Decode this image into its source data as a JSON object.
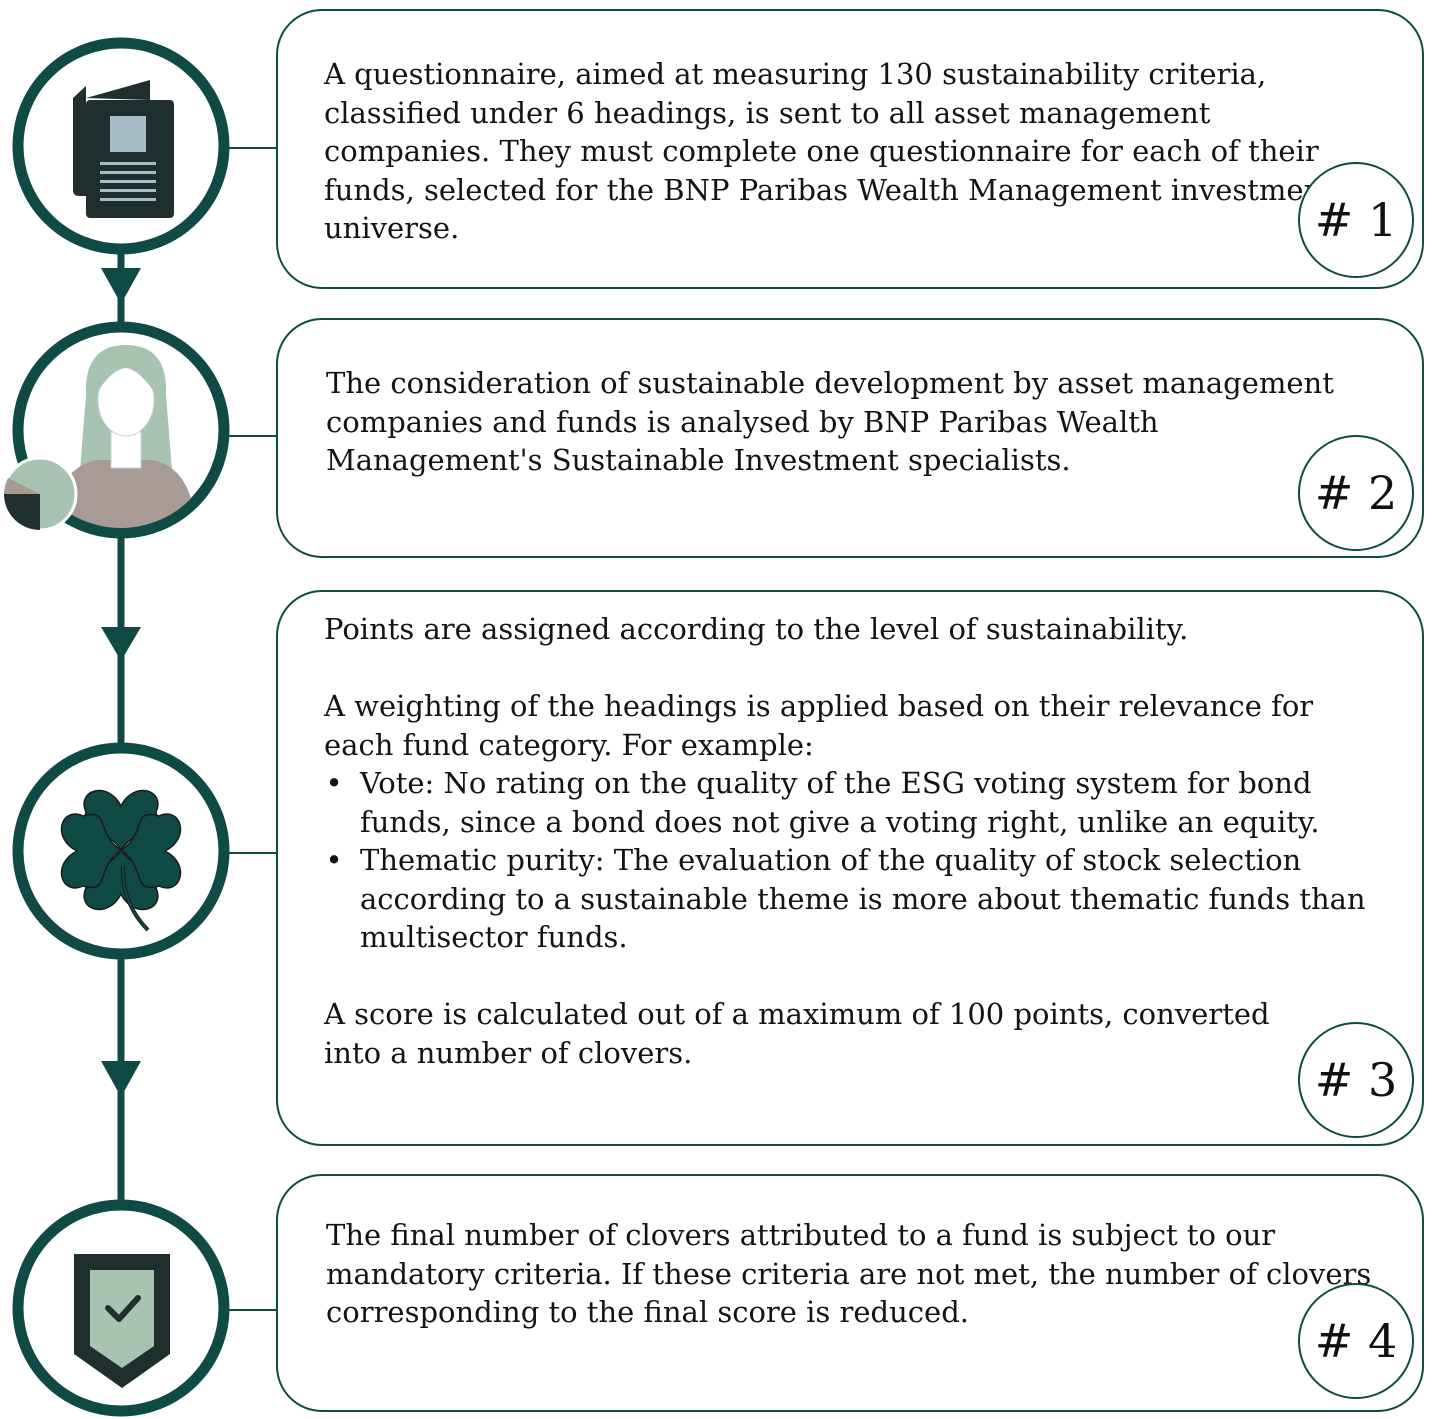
{
  "colors": {
    "primary": "#0f4a44",
    "dark": "#1e2f2e",
    "light_green": "#a9c3b3",
    "skin_brown": "#a89a95",
    "paper_blue": "#a7bdc6"
  },
  "steps": [
    {
      "icon": "document-icon",
      "badge": "# 1",
      "paragraphs": [
        "A questionnaire, aimed at measuring 130 sustainability criteria, classified under 6 headings, is sent to all asset management companies. They must complete one questionnaire for each of their funds, selected for the BNP Paribas Wealth Management investment universe."
      ]
    },
    {
      "icon": "specialist-person-icon",
      "badge": "# 2",
      "paragraphs": [
        "The consideration of sustainable development by asset management companies and funds is analysed by BNP Paribas Wealth Management's Sustainable Investment specialists."
      ]
    },
    {
      "icon": "clover-icon",
      "badge": "# 3",
      "intro": "Points are assigned according to the level of sustainability.",
      "weighting": "A weighting of the headings is applied based on their relevance for each fund category. For example:",
      "bullets": [
        "Vote: No rating on the quality of the ESG voting system for bond funds, since a bond does not give a voting right, unlike an equity.",
        "Thematic purity: The evaluation of the quality of stock selection according to a sustainable theme is more about thematic funds than multisector funds."
      ],
      "conclusion": "A score is calculated out of a maximum of 100 points, converted into a number of clovers."
    },
    {
      "icon": "shield-check-icon",
      "badge": "# 4",
      "paragraphs": [
        "The final number of clovers attributed to a fund is subject to our mandatory criteria. If these criteria are not met, the number of clovers corresponding to the final score is reduced."
      ]
    }
  ]
}
